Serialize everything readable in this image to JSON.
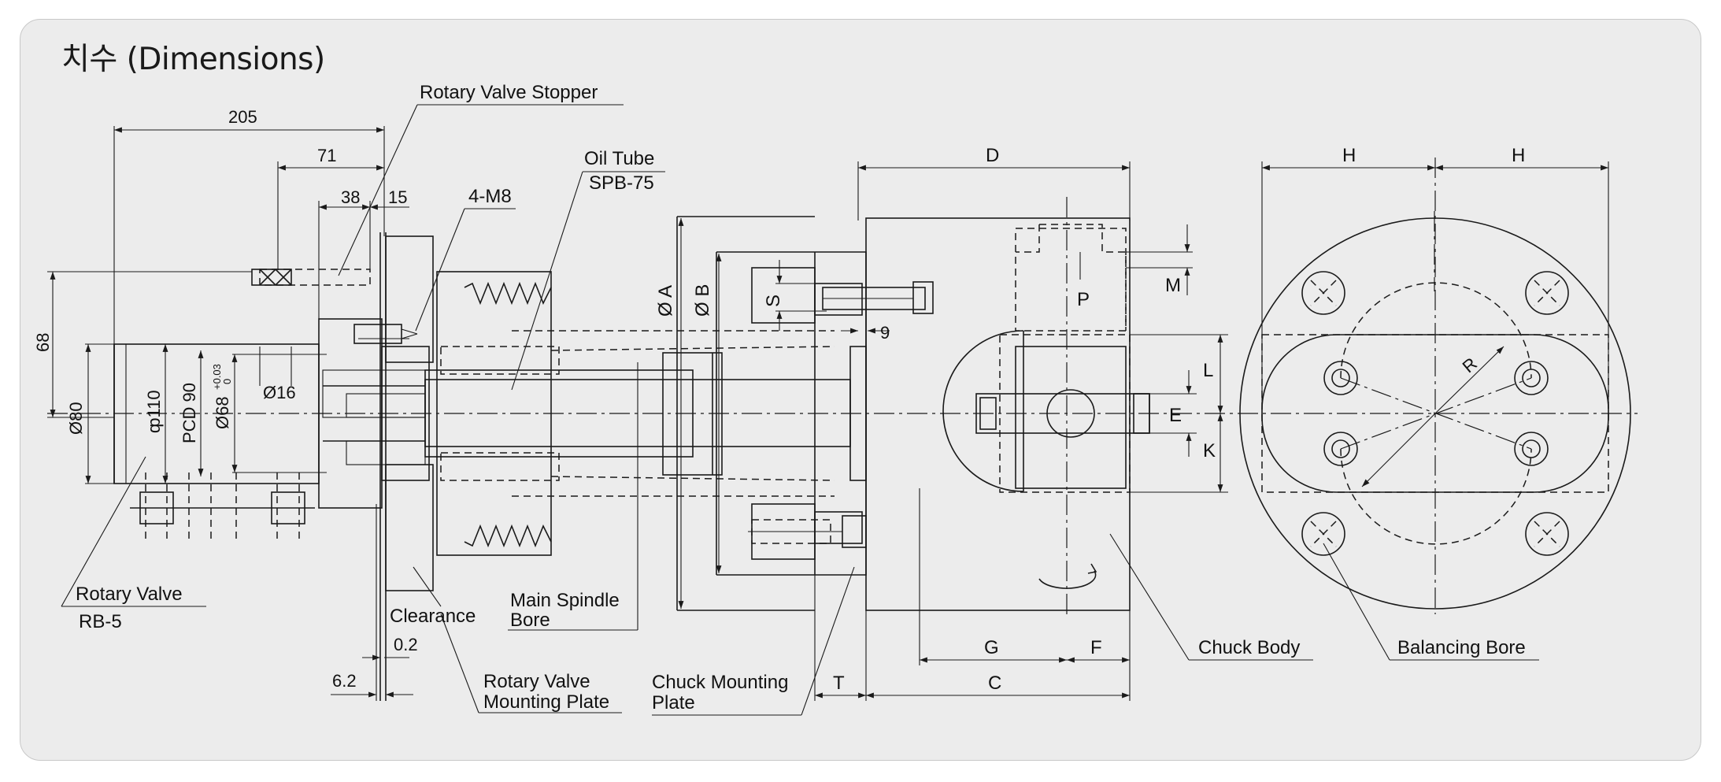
{
  "title": "치수 (Dimensions)",
  "labels": {
    "rotary_valve_stopper": "Rotary Valve Stopper",
    "oil_tube": "Oil Tube",
    "oil_tube_model": "SPB-75",
    "four_m8": "4-M8",
    "rotary_valve": "Rotary Valve",
    "rotary_valve_model": "RB-5",
    "clearance": "Clearance",
    "main_spindle_bore_1": "Main Spindle",
    "main_spindle_bore_2": "Bore",
    "rv_mounting_plate_1": "Rotary Valve",
    "rv_mounting_plate_2": "Mounting Plate",
    "chuck_mounting_plate_1": "Chuck Mounting",
    "chuck_mounting_plate_2": "Plate",
    "chuck_body": "Chuck Body",
    "balancing_bore": "Balancing Bore"
  },
  "dimensions": {
    "d205": "205",
    "d71": "71",
    "d38": "38",
    "d15": "15",
    "d68": "68",
    "d80": "Ø80",
    "d110": "ȹ110",
    "pcd90": "PCD 90",
    "d68tol": "Ø68",
    "tol_upper": "+0.03",
    "tol_lower": "0",
    "d16": "Ø16",
    "d0_2": "0.2",
    "d6_2": "6.2",
    "d9": "9",
    "A": "Ø A",
    "B": "Ø B",
    "S": "S",
    "D": "D",
    "M": "M",
    "P": "P",
    "L": "L",
    "E": "E",
    "K": "K",
    "G": "G",
    "F": "F",
    "C": "C",
    "T": "T",
    "H1": "H",
    "H2": "H",
    "R": "R"
  }
}
